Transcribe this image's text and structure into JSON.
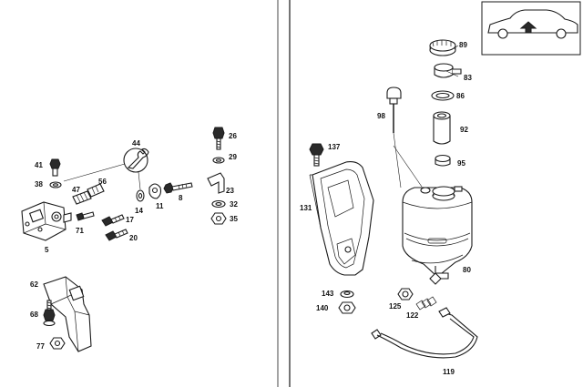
{
  "labels": {
    "p89": "89",
    "p83": "83",
    "p86": "86",
    "p98": "98",
    "p92": "92",
    "p95": "95",
    "p137": "137",
    "p131": "131",
    "p80": "80",
    "p143": "143",
    "p140": "140",
    "p125": "125",
    "p122": "122",
    "p119": "119",
    "p44": "44",
    "p26": "26",
    "p29": "29",
    "p41": "41",
    "p38": "38",
    "p47": "47",
    "p56": "56",
    "p14": "14",
    "p11": "11",
    "p8": "8",
    "p23": "23",
    "p32": "32",
    "p35": "35",
    "p71": "71",
    "p17": "17",
    "p20": "20",
    "p5": "5",
    "p62": "62",
    "p68": "68",
    "p77": "77"
  }
}
